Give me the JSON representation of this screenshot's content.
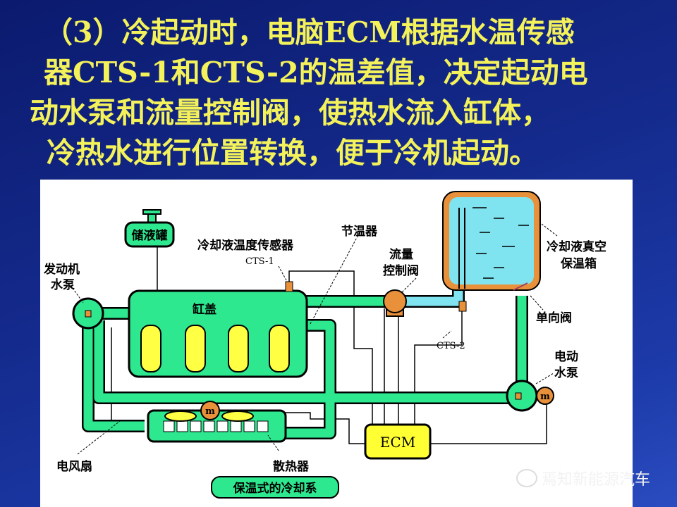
{
  "title_lines": [
    "（3）冷起动时，电脑ECM根据水温传感",
    "器CTS-1和CTS-2的温差值，决定起动电",
    "动水泵和流量控制阀，使热水流入缸体，",
    "冷热水进行位置转换，便于冷机起动。"
  ],
  "diagram": {
    "reservoir": "储液罐",
    "cts1_label": "冷却液温度传感器",
    "cts1": "CTS-1",
    "thermostat": "节温器",
    "engine_pump_line1": "发动机",
    "engine_pump_line2": "水泵",
    "cylinder_head": "缸盖",
    "flow_valve_line1": "流量",
    "flow_valve_line2": "控制阀",
    "tank_line1": "冷却液真空",
    "tank_line2": "保温箱",
    "check_valve": "单向阀",
    "cts2": "CTS-2",
    "electric_pump_line1": "电动",
    "electric_pump_line2": "水泵",
    "motor": "m",
    "ecm": "ECM",
    "fan": "电风扇",
    "radiator": "散热器",
    "caption": "保温式的冷却系"
  },
  "watermark": "焉知新能源汽车",
  "colors": {
    "title": "#f4f25a",
    "coolant": "#2ee88f",
    "hot_water": "#7fe3f0",
    "tank_border": "#e8913a",
    "ecm": "#ffff33"
  }
}
